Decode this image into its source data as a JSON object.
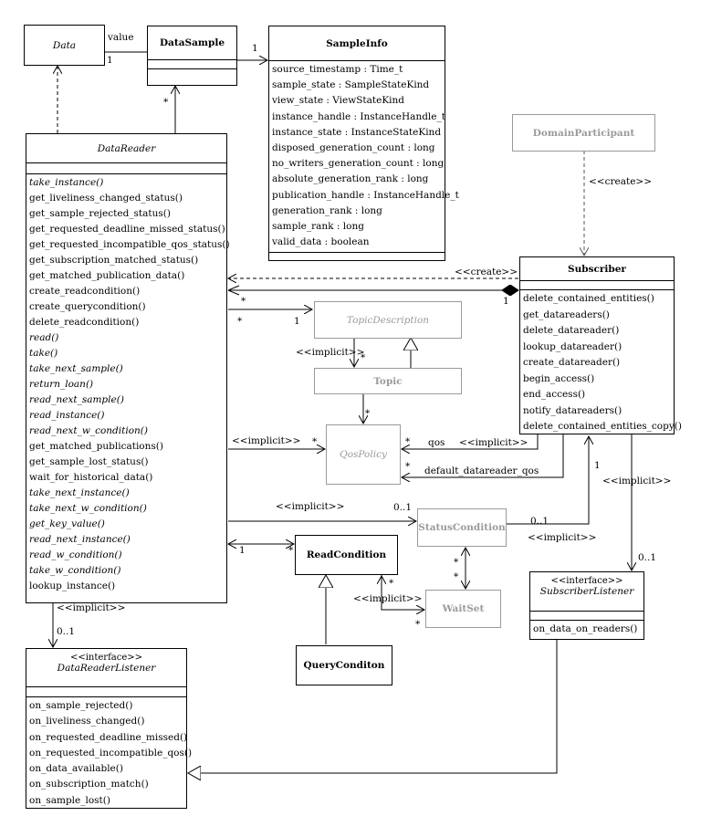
{
  "classes": {
    "data": {
      "name": "Data"
    },
    "data_sample": {
      "name": "DataSample"
    },
    "sample_info": {
      "name": "SampleInfo",
      "attributes": [
        "source_timestamp : Time_t",
        "sample_state : SampleStateKind",
        "view_state : ViewStateKind",
        "instance_handle : InstanceHandle_t",
        "instance_state : InstanceStateKind",
        "disposed_generation_count : long",
        "no_writers_generation_count : long",
        "absolute_generation_rank : long",
        "publication_handle : InstanceHandle_t",
        "generation_rank : long",
        "sample_rank : long",
        "valid_data : boolean"
      ]
    },
    "data_reader": {
      "name": "DataReader",
      "operations": [
        {
          "text": "take_instance()",
          "italic": true
        },
        {
          "text": "get_liveliness_changed_status()",
          "italic": false
        },
        {
          "text": "get_sample_rejected_status()",
          "italic": false
        },
        {
          "text": "get_requested_deadline_missed_status()",
          "italic": false
        },
        {
          "text": "get_requested_incompatible_qos_status()",
          "italic": false
        },
        {
          "text": "get_subscription_matched_status()",
          "italic": false
        },
        {
          "text": "get_matched_publication_data()",
          "italic": false
        },
        {
          "text": "create_readcondition()",
          "italic": false
        },
        {
          "text": "create_querycondition()",
          "italic": false
        },
        {
          "text": "delete_readcondition()",
          "italic": false
        },
        {
          "text": "read()",
          "italic": true
        },
        {
          "text": "take()",
          "italic": true
        },
        {
          "text": "take_next_sample()",
          "italic": true
        },
        {
          "text": "return_loan()",
          "italic": true
        },
        {
          "text": "read_next_sample()",
          "italic": true
        },
        {
          "text": "read_instance()",
          "italic": true
        },
        {
          "text": "read_next_w_condition()",
          "italic": true
        },
        {
          "text": "get_matched_publications()",
          "italic": false
        },
        {
          "text": "get_sample_lost_status()",
          "italic": false
        },
        {
          "text": "wait_for_historical_data()",
          "italic": false
        },
        {
          "text": "take_next_instance()",
          "italic": true
        },
        {
          "text": "take_next_w_condition()",
          "italic": true
        },
        {
          "text": "get_key_value()",
          "italic": true
        },
        {
          "text": "read_next_instance()",
          "italic": true
        },
        {
          "text": "read_w_condition()",
          "italic": true
        },
        {
          "text": "take_w_condition()",
          "italic": true
        },
        {
          "text": "lookup_instance()",
          "italic": false
        }
      ]
    },
    "domain_participant": {
      "name": "DomainParticipant"
    },
    "subscriber": {
      "name": "Subscriber",
      "operations": [
        "delete_contained_entities()",
        "get_datareaders()",
        "delete_datareader()",
        "lookup_datareader()",
        "create_datareader()",
        "begin_access()",
        "end_access()",
        "notify_datareaders()",
        "delete_contained_entities_copy()"
      ]
    },
    "topic_description": {
      "name": "TopicDescription"
    },
    "topic": {
      "name": "Topic"
    },
    "qos_policy": {
      "name": "QosPolicy"
    },
    "status_condition": {
      "name": "StatusCondition"
    },
    "read_condition": {
      "name": "ReadCondition"
    },
    "wait_set": {
      "name": "WaitSet"
    },
    "query_condition": {
      "name": "QueryConditon"
    },
    "subscriber_listener": {
      "stereotype": "<<interface>>",
      "name": "SubscriberListener",
      "operations": [
        "on_data_on_readers()"
      ]
    },
    "data_reader_listener": {
      "stereotype": "<<interface>>",
      "name": "DataReaderListener",
      "operations": [
        "on_sample_rejected()",
        "on_liveliness_changed()",
        "on_requested_deadline_missed()",
        "on_requested_incompatible_qos()",
        "on_data_available()",
        "on_subscription_match()",
        "on_sample_lost()"
      ]
    }
  },
  "labels": {
    "value": "value",
    "one": "1",
    "star": "*",
    "zero_one": "0..1",
    "create": "<<create>>",
    "implicit": "<<implicit>>",
    "qos": "qos",
    "default_datareader_qos": "default_datareader_qos"
  }
}
